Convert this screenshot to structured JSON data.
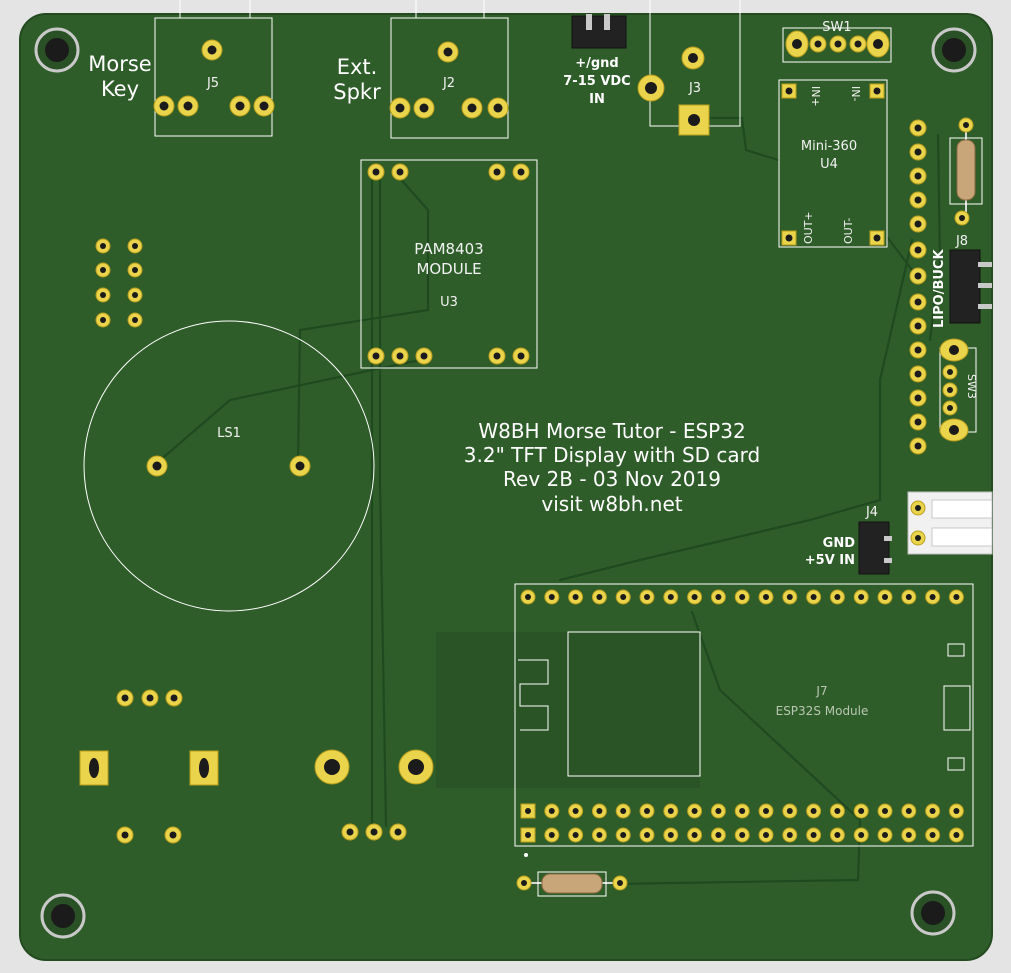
{
  "board": {
    "title_lines": [
      "W8BH Morse Tutor - ESP32",
      "3.2\" TFT Display with SD card",
      "Rev 2B - 03 Nov 2019",
      "visit w8bh.net"
    ]
  },
  "labels": {
    "morse_1": "Morse",
    "morse_2": "Key",
    "ext_1": "Ext.",
    "ext_2": "Spkr",
    "power_1": "+/gnd",
    "power_2": "7-15 VDC",
    "power_3": "IN",
    "gnd": "GND",
    "five_v": "+5V IN",
    "lipo": "LIPO/BUCK"
  },
  "refs": {
    "j5": "J5",
    "j2": "J2",
    "j3": "J3",
    "j4": "J4",
    "j7": "J7",
    "j8": "J8",
    "sw1": "SW1",
    "sw3": "SW3",
    "u3": "U3",
    "u4": "U4",
    "ls1": "LS1"
  },
  "modules": {
    "pam_1": "PAM8403",
    "pam_2": "MODULE",
    "mini360": "Mini-360",
    "in_plus": "IN+",
    "in_minus": "IN-",
    "out_plus": "OUT+",
    "out_minus": "OUT-",
    "esp": "ESP32S Module"
  },
  "colors": {
    "board": "#2f5d2a",
    "pad": "#e9d44c",
    "silkscreen": "#ffffff"
  }
}
